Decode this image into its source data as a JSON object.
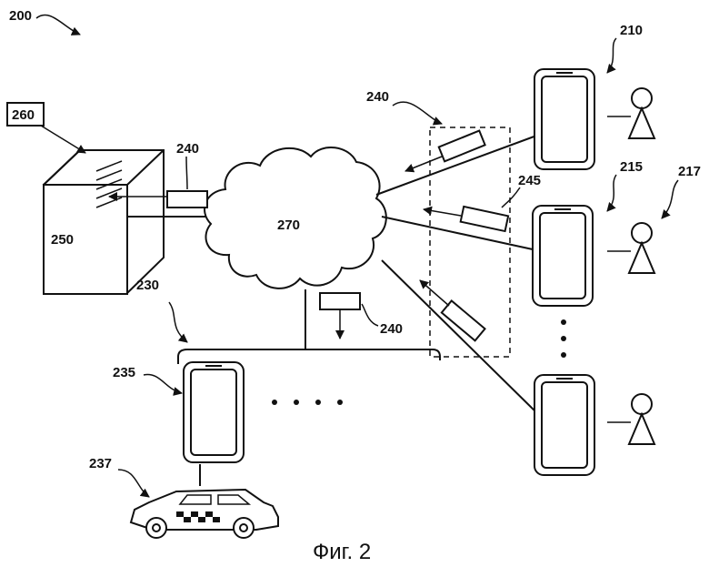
{
  "labels": {
    "fig_number": "200",
    "phone_a": "210",
    "phone_b": "215",
    "user_b": "217",
    "group": "230",
    "driver_phone": "235",
    "car": "237",
    "message_top": "240",
    "message_left": "240",
    "message_bottom": "240",
    "message_mid": "245",
    "server": "250",
    "server_ref": "260",
    "network": "270"
  },
  "caption": "Фиг. 2",
  "ellipsis": {
    "horizontal": ". . . .",
    "vertical": ":"
  }
}
